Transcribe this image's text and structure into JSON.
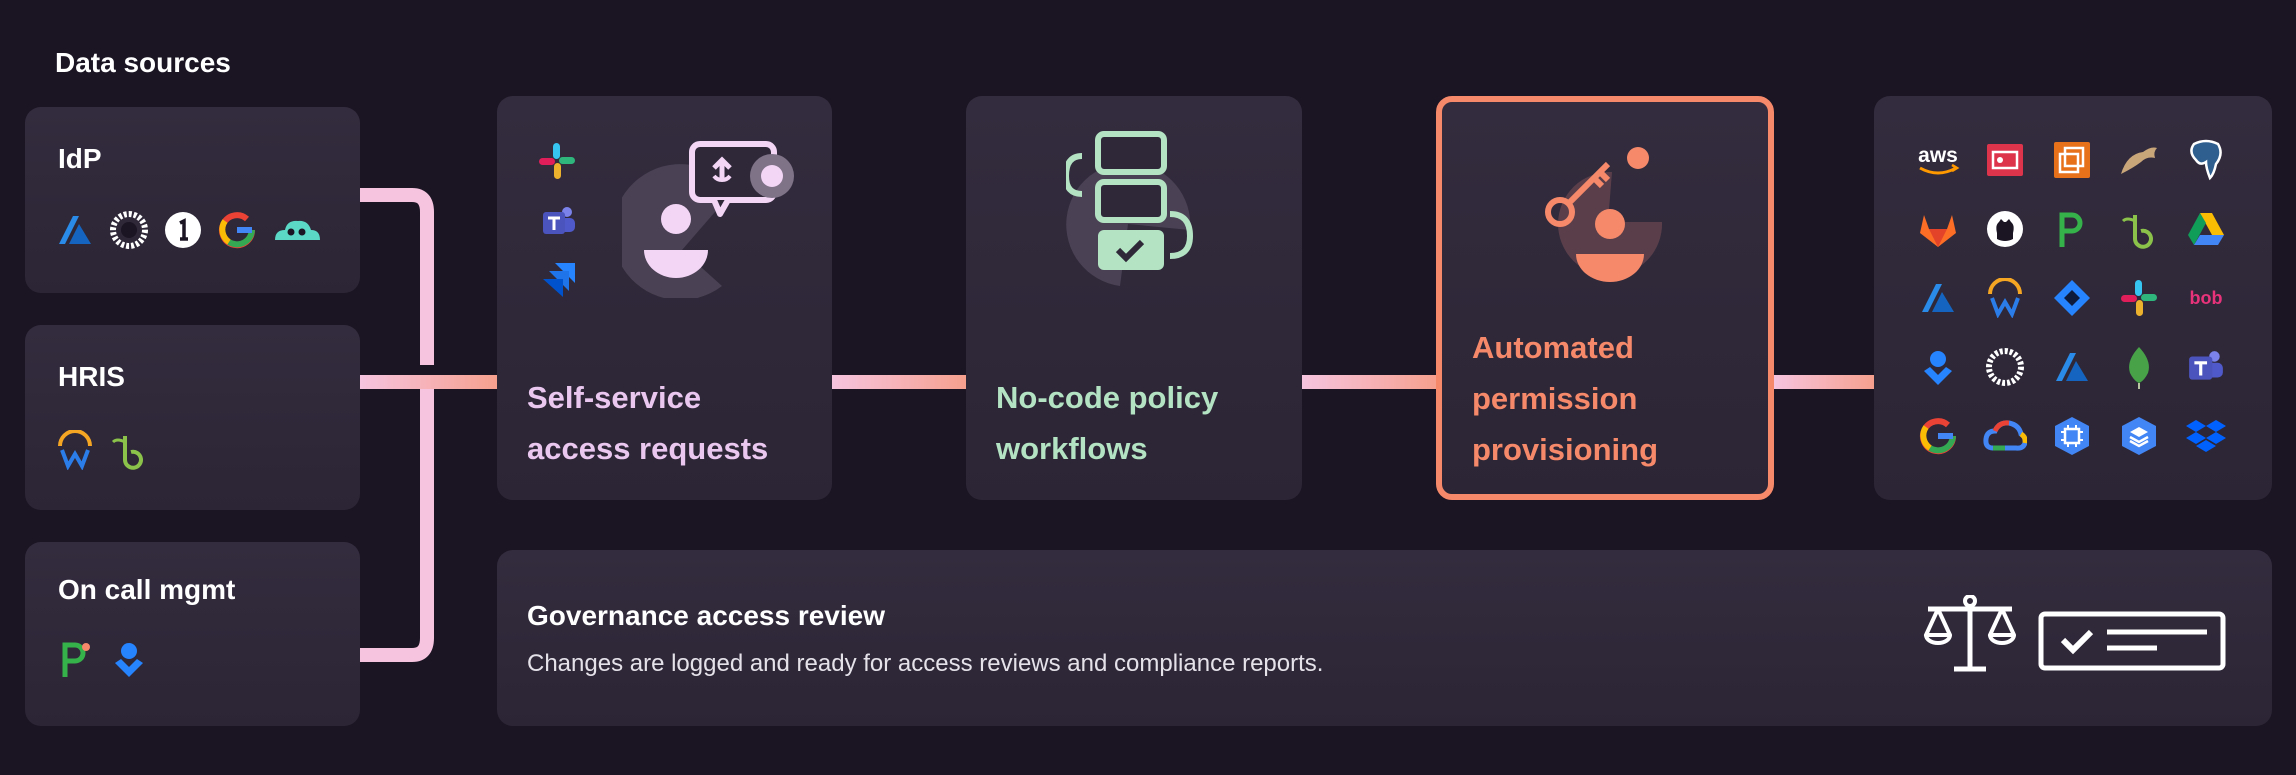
{
  "data_sources": {
    "heading": "Data sources",
    "groups": [
      {
        "label": "IdP",
        "icons": [
          "azure-ad-icon",
          "okta-icon",
          "onelogin-icon",
          "google-icon",
          "jumpcloud-icon"
        ]
      },
      {
        "label": "HRIS",
        "icons": [
          "workday-icon",
          "bamboohr-icon"
        ]
      },
      {
        "label": "On call mgmt",
        "icons": [
          "pagerduty-icon",
          "opsgenie-icon"
        ]
      }
    ]
  },
  "steps": [
    {
      "line1": "Self-service",
      "line2": "access requests",
      "color": "#e9c7ef",
      "icons": [
        "slack-icon",
        "teams-icon",
        "jira-icon",
        "access-request-illustration-icon"
      ]
    },
    {
      "line1": "No-code policy",
      "line2": "workflows",
      "color": "#b3e3c3",
      "icons": [
        "workflow-illustration-icon"
      ]
    },
    {
      "line1": "Automated",
      "line2": "permission",
      "line3": "provisioning",
      "color": "#f5896a",
      "icons": [
        "key-provision-illustration-icon"
      ]
    }
  ],
  "integrations": {
    "aws_label": "aws",
    "bob_label": "bob",
    "icons": [
      "aws-icon",
      "aws-sso-icon",
      "aws-org-icon",
      "mysql-icon",
      "postgresql-icon",
      "gitlab-icon",
      "github-icon",
      "pagerduty-icon",
      "bamboohr-icon",
      "google-drive-icon",
      "azure-icon",
      "workday-icon",
      "jira-icon",
      "slack-icon",
      "hibob-icon",
      "opsgenie-icon",
      "okta-icon",
      "azure-ad-icon",
      "mongodb-icon",
      "teams-icon",
      "google-icon",
      "google-cloud-icon",
      "gcp-compute-icon",
      "gcp-layers-icon",
      "dropbox-icon"
    ]
  },
  "governance": {
    "title": "Governance access review",
    "description": "Changes are logged and ready for access reviews and compliance reports.",
    "icons": [
      "scales-icon",
      "checklist-icon"
    ]
  },
  "colors": {
    "background": "#1a1423",
    "card": "#2f2839",
    "accent_pink": "#e9c7ef",
    "accent_green": "#b3e3c3",
    "accent_orange": "#f5896a"
  }
}
